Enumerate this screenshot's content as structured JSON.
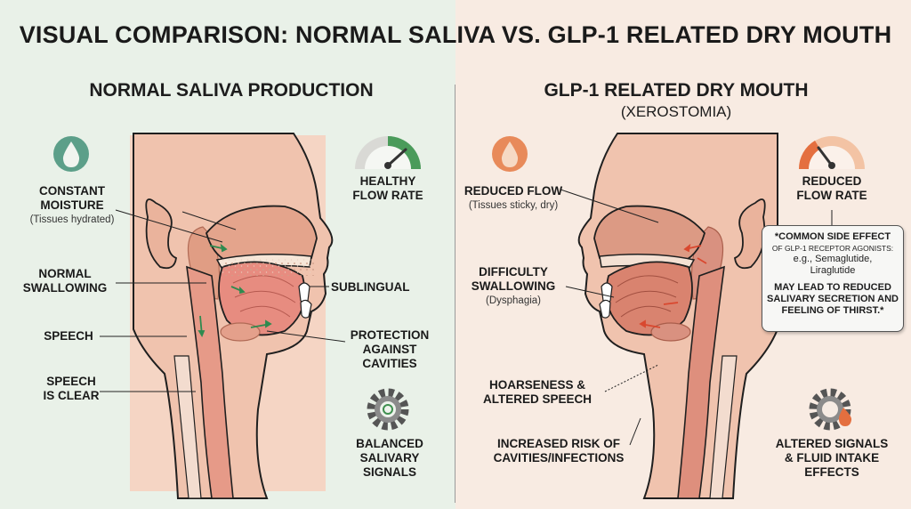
{
  "title": "VISUAL COMPARISON: NORMAL SALIVA VS. GLP-1 RELATED DRY MOUTH",
  "left": {
    "heading": "NORMAL SALIVA PRODUCTION",
    "labels": {
      "constant_moisture": "CONSTANT MOISTURE",
      "constant_moisture_sub": "(Tissues hydrated)",
      "healthy_flow_rate": "HEALTHY FLOW RATE",
      "normal_swallowing": "NORMAL SWALLOWING",
      "sublingual": "SUBLINGUAL",
      "speech": "SPEECH",
      "protection_against_cavities": "PROTECTION AGAINST CAVITIES",
      "speech_is_clear": "SPEECH IS CLEAR",
      "balanced_salivary_signals": "BALANCED SALIVARY SIGNALS"
    },
    "gauge_level": 0.85,
    "icons": [
      "droplet-icon",
      "gauge-icon",
      "gear-icon"
    ]
  },
  "right": {
    "heading": "GLP-1 RELATED DRY MOUTH",
    "subheading": "(XEROSTOMIA)",
    "labels": {
      "reduced_flow": "REDUCED FLOW",
      "reduced_flow_sub": "(Tissues sticky, dry)",
      "reduced_flow_rate": "REDUCED FLOW RATE",
      "difficulty_swallowing": "DIFFICULTY SWALLOWING",
      "difficulty_swallowing_sub": "(Dysphagia)",
      "hoarseness": "HOARSENESS & ALTERED SPEECH",
      "increased_risk": "INCREASED RISK OF CAVITIES/INFECTIONS",
      "altered_signals": "ALTERED SIGNALS & FLUID INTAKE EFFECTS"
    },
    "callout": {
      "line1": "*COMMON SIDE EFFECT",
      "line2": "OF GLP-1 RECEPTOR AGONISTS:",
      "line3": "e.g., Semaglutide,",
      "line4": "Liraglutide",
      "line5": "MAY LEAD TO REDUCED SALIVARY SECRETION AND FEELING OF THIRST.*"
    },
    "gauge_level": 0.2,
    "icons": [
      "droplet-icon",
      "gauge-icon",
      "gear-icon"
    ]
  },
  "colors": {
    "left_bg": "#e9f1e8",
    "right_bg": "#f8ebe2",
    "healthy_green": "#3f8f4f",
    "dry_orange": "#e6814a",
    "skin": "#f1c7b3"
  }
}
